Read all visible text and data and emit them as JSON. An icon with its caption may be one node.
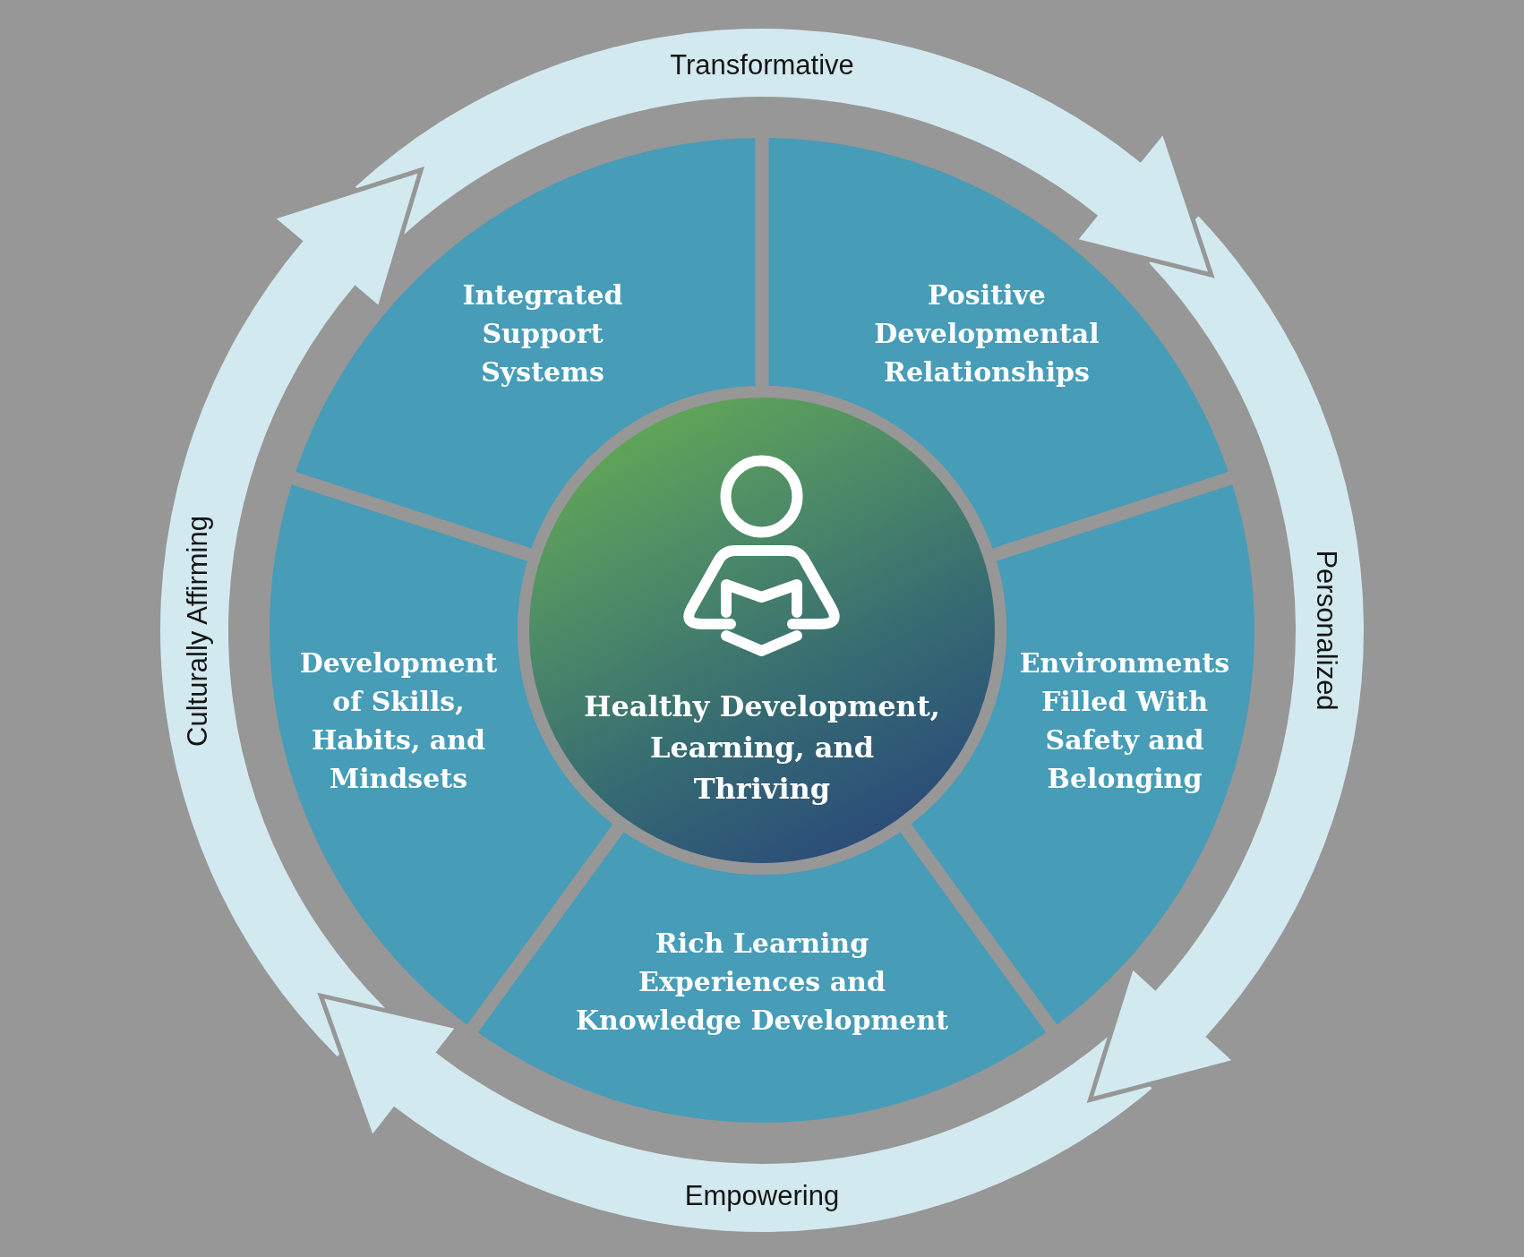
{
  "diagram": {
    "nodes": [
      {
        "text": [
          "Transformative"
        ]
      },
      {
        "text": [
          "Integrated Support Systems"
        ]
      },
      {
        "text": [
          "Positive Developmental Relationships"
        ]
      },
      {
        "text": [
          "Culturally Affirming"
        ]
      },
      {
        "text": [
          "Development of Skills, Habits, and Mindsets"
        ]
      },
      {
        "text": [
          "Healthy Development, Learning, and Thriving"
        ]
      },
      {
        "text": [
          "Environments Filled With Safety and Belonging"
        ]
      },
      {
        "text": [
          "Personalized"
        ]
      },
      {
        "text": [
          "Rich Learning Experiences and Knowledge Development"
        ]
      },
      {
        "text": [
          "Empowering"
        ]
      }
    ]
  }
}
